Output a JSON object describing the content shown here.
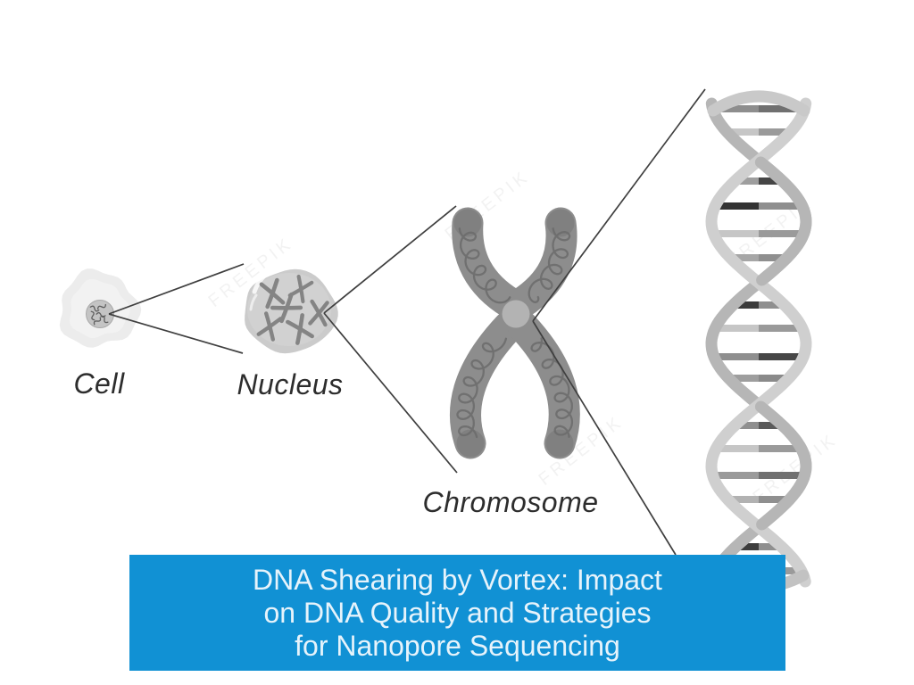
{
  "figure": {
    "labels": {
      "cell": "Cell",
      "nucleus": "Nucleus",
      "chromosome": "Chromosome"
    },
    "banner": {
      "line1": "DNA Shearing by Vortex: Impact",
      "line2": "on DNA Quality and Strategies",
      "line3": "for Nanopore Sequencing"
    },
    "watermark_text": "FREEPIK",
    "illustration_parts": [
      "cell",
      "nucleus",
      "chromosome",
      "dna-double-helix"
    ]
  },
  "colors": {
    "background": "#ffffff",
    "banner_bg": "#1191d4",
    "banner_text": "#e6f3fb",
    "label_color": "#2d2d2d",
    "line_color": "#3f3f3f",
    "cell_body": "#ececec",
    "cell_inner": "#f3f3f3",
    "cell_nucleus": "#c4c4c4",
    "cell_nucleus_edge": "#a9a9a9",
    "chromatin": "#5f5f5f",
    "nucleus_body": "#cbcbcb",
    "nucleus_inner": "#d2d2d2",
    "mini_chromosome": "#848484",
    "chromosome_body": "#8d8d8d",
    "chromosome_tip": "#7e7e7e",
    "chromosome_center": "#b3b3b3",
    "coil": "#6b6b6b",
    "dna_strand_front": "#cfcfcf",
    "dna_strand_back": "#b6b6b6",
    "rung_dark": "#3c3c3c",
    "rung_mid": "#8f8f8f",
    "rung_light": "#c6c6c6"
  }
}
